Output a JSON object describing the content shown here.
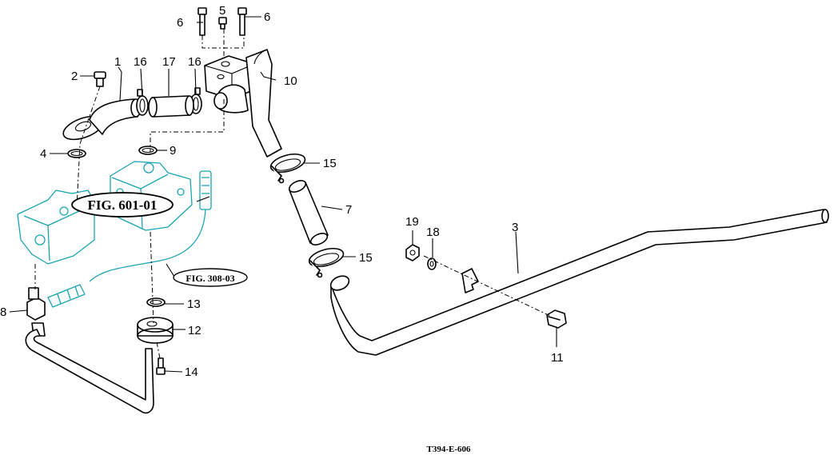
{
  "callouts": {
    "c1": "1",
    "c2": "2",
    "c3": "3",
    "c4": "4",
    "c5": "5",
    "c6a": "6",
    "c6b": "6",
    "c7": "7",
    "c8": "8",
    "c9": "9",
    "c10": "10",
    "c11": "11",
    "c12": "12",
    "c13": "13",
    "c14": "14",
    "c15a": "15",
    "c15b": "15",
    "c16a": "16",
    "c16b": "16",
    "c17": "17",
    "c18": "18",
    "c19": "19"
  },
  "references": {
    "fig_main": "FIG. 601-01",
    "fig_sub": "FIG. 308-03"
  },
  "drawing_code": "T394-E-606",
  "colors": {
    "outline": "#000000",
    "reference_part": "#1aa3b3",
    "background": "#ffffff"
  }
}
